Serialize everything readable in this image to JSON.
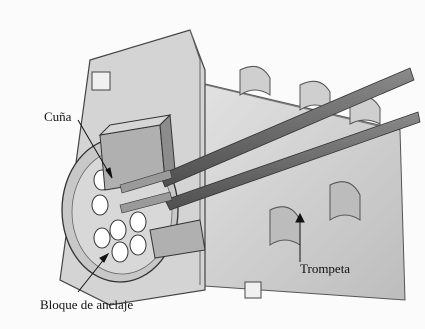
{
  "labels": {
    "cuna": "Cuña",
    "trompeta": "Trompeta",
    "bloque": "Bloque de anclaje"
  },
  "colors": {
    "background": "#fbfbfb",
    "steel_light": "#d9d9d9",
    "steel_mid": "#bdbdbd",
    "steel_dark": "#8c8c8c",
    "cable": "#6d6d6d",
    "outline": "#333333"
  }
}
